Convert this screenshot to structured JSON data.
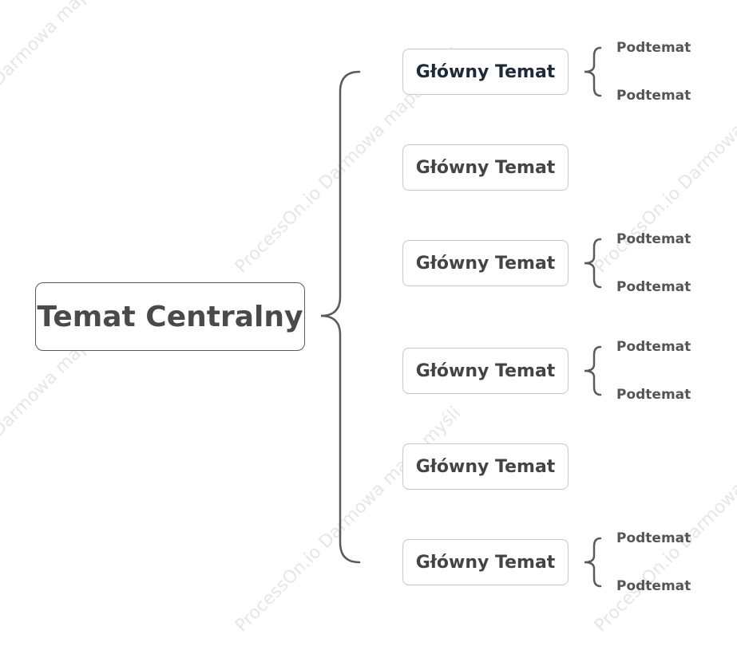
{
  "watermark": {
    "text": "ProcessOn.io Darmowa mapa myśli"
  },
  "center_topic": {
    "label": "Temat Centralny"
  },
  "main_topics": [
    {
      "label": "Główny Temat",
      "subtopics": [
        "Podtemat",
        "Podtemat"
      ]
    },
    {
      "label": "Główny Temat",
      "subtopics": []
    },
    {
      "label": "Główny Temat",
      "subtopics": [
        "Podtemat",
        "Podtemat"
      ]
    },
    {
      "label": "Główny Temat",
      "subtopics": [
        "Podtemat",
        "Podtemat"
      ]
    },
    {
      "label": "Główny Temat",
      "subtopics": []
    },
    {
      "label": "Główny Temat",
      "subtopics": [
        "Podtemat",
        "Podtemat"
      ]
    }
  ],
  "colors": {
    "connector": "#5a5a5a",
    "main_border": "#c8c8c8",
    "center_border": "#5a5a5a",
    "watermark": "#e6e6e6"
  }
}
